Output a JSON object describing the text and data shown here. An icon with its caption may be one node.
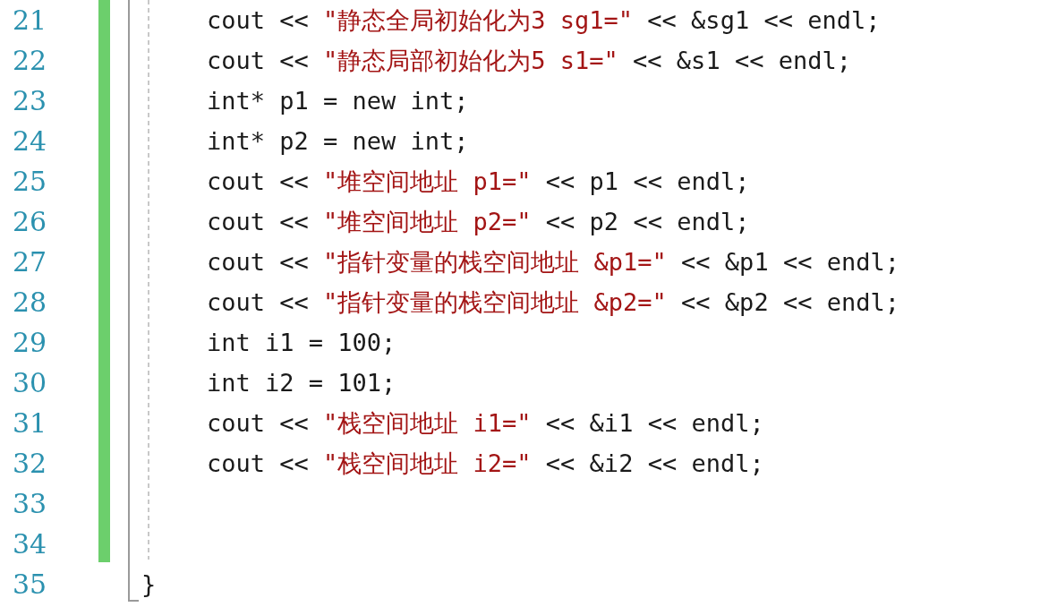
{
  "diagram": {
    "labels": [
      "21",
      "cout << \"静态全局初始化为3 sg1=\" << &sg1 << endl;",
      "22",
      "cout << \"静态局部初始化为5 s1=\" << &s1 << endl;",
      "23",
      "int* p1 = new int;",
      "24",
      "int* p2 = new int;",
      "25",
      "cout << \"堆空间地址 p1=\" << p1 << endl;",
      "26",
      "cout << \"堆空间地址 p2=\" << p2 << endl;",
      "27",
      "cout << \"指针变量的栈空间地址 &p1=\" << &p1 << endl;",
      "28",
      "cout << \"指针变量的栈空间地址 &p2=\" << &p2 << endl;",
      "29",
      "int i1 = 100;",
      "30",
      "int i2 = 101;",
      "31",
      "cout << \"栈空间地址 i1=\" << &i1 << endl;",
      "32",
      "cout << \"栈空间地址 i2=\" << &i2 << endl;",
      "33",
      "34",
      "35",
      "}"
    ]
  }
}
